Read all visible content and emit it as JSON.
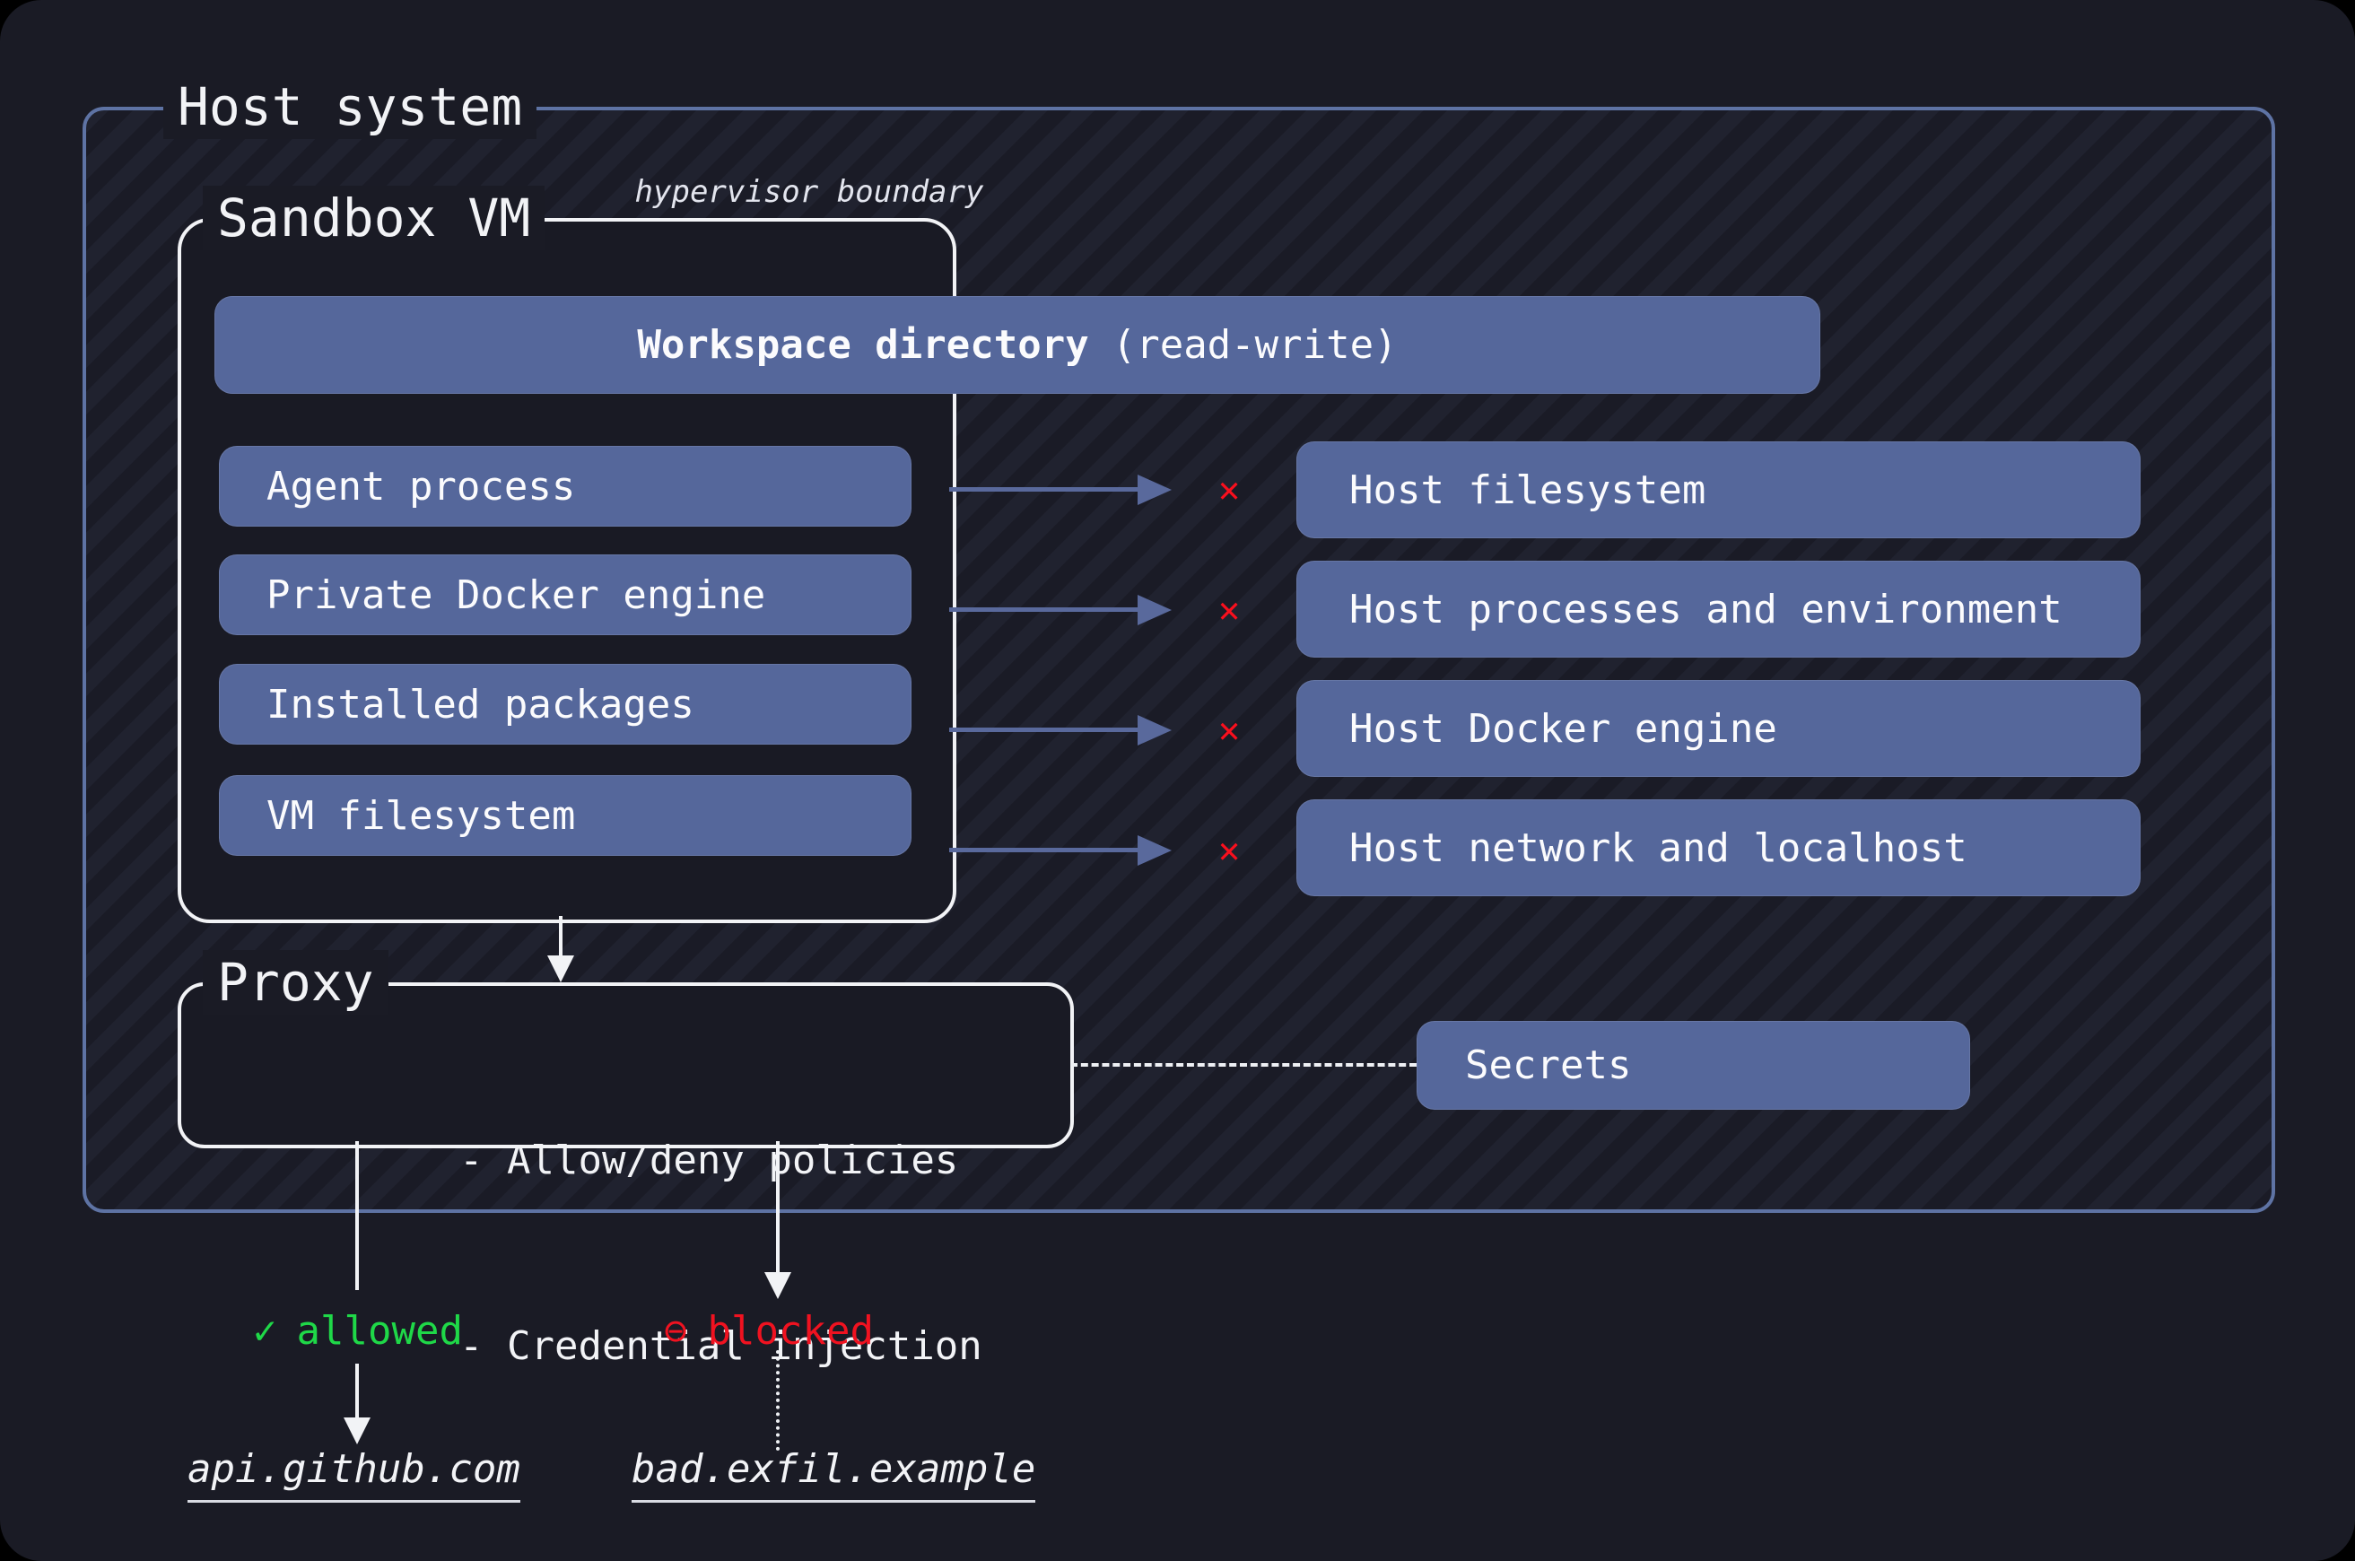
{
  "host": {
    "label": "Host system"
  },
  "sandbox": {
    "label": "Sandbox VM",
    "hypervisor_boundary": "hypervisor boundary",
    "workspace_bold": "Workspace directory",
    "workspace_suffix": "(read-write)",
    "components": [
      "Agent process",
      "Private Docker engine",
      "Installed packages",
      "VM filesystem"
    ]
  },
  "host_resources": [
    "Host filesystem",
    "Host processes and environment",
    "Host Docker engine",
    "Host network and localhost"
  ],
  "x_marker": "✕",
  "proxy": {
    "label": "Proxy",
    "policies": [
      "- Allow/deny policies",
      "- Credential injection"
    ]
  },
  "secrets_label": "Secrets",
  "egress": {
    "allowed_icon": "✓",
    "allowed_label": "allowed",
    "allowed_target": "api.github.com",
    "blocked_icon": "⊖",
    "blocked_label": "blocked",
    "blocked_target": "bad.exfil.example"
  },
  "colors": {
    "box_blue": "#55679b",
    "host_border_blue": "#5e73a4",
    "allowed_green": "#1fd848",
    "blocked_red": "#f01220",
    "x_red": "#fa0f1d",
    "background": "#1a1b25"
  }
}
